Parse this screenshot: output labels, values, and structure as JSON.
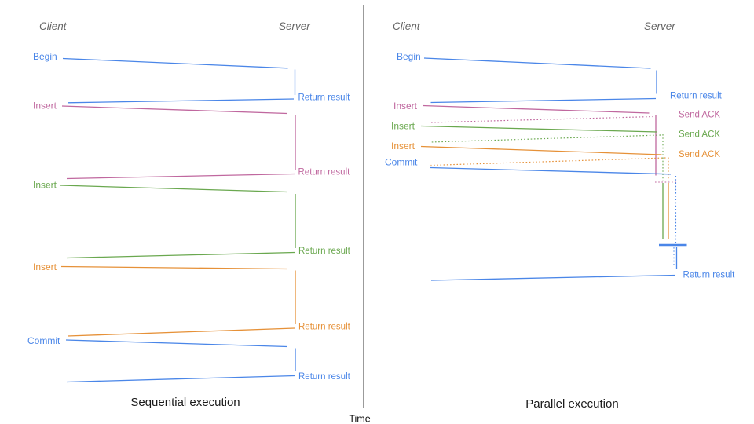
{
  "colors": {
    "blue": "#4a86e8",
    "pink": "#c0689f",
    "green": "#6aa84f",
    "orange": "#e69138",
    "axis": "#595959",
    "muted": "#666666",
    "title": "#1a1a1a",
    "time": "#111111"
  },
  "axis": {
    "label": "Time"
  },
  "sequential": {
    "title": "Sequential execution",
    "client": "Client",
    "server": "Server",
    "ops": [
      {
        "label": "Begin",
        "return": "Return result"
      },
      {
        "label": "Insert",
        "return": "Return result"
      },
      {
        "label": "Insert",
        "return": "Return result"
      },
      {
        "label": "Insert",
        "return": "Return result"
      },
      {
        "label": "Commit",
        "return": "Return result"
      }
    ]
  },
  "parallel": {
    "title": "Parallel execution",
    "client": "Client",
    "server": "Server",
    "begin": {
      "label": "Begin",
      "return": "Return result"
    },
    "inserts": [
      {
        "label": "Insert",
        "ack": "Send ACK"
      },
      {
        "label": "Insert",
        "ack": "Send ACK"
      },
      {
        "label": "Insert",
        "ack": "Send ACK"
      }
    ],
    "commit": {
      "label": "Commit"
    },
    "final_return": "Return result"
  }
}
